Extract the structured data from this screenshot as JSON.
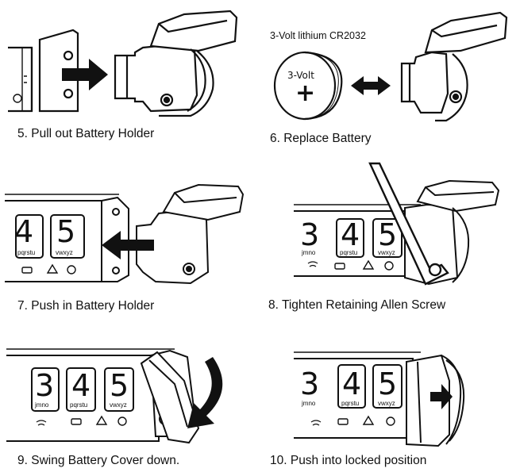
{
  "steps": [
    {
      "caption": "5. Pull out Battery Holder"
    },
    {
      "caption": "6. Replace Battery",
      "battery_spec": "3-Volt lithium CR2032",
      "battery_face": "3-Volt",
      "battery_sign": "+"
    },
    {
      "caption": "7. Push in Battery Holder"
    },
    {
      "caption": "8. Tighten Retaining Allen Screw"
    },
    {
      "caption": "9. Swing Battery Cover down."
    },
    {
      "caption": "10. Push into locked position"
    }
  ],
  "keys": {
    "k3": {
      "digit": "3",
      "letters": "jmno"
    },
    "k4": {
      "digit": "4",
      "letters": "pqrstu"
    },
    "k5": {
      "digit": "5",
      "letters": "vwxyz"
    }
  },
  "colors": {
    "ink": "#111111",
    "bg": "#ffffff"
  }
}
